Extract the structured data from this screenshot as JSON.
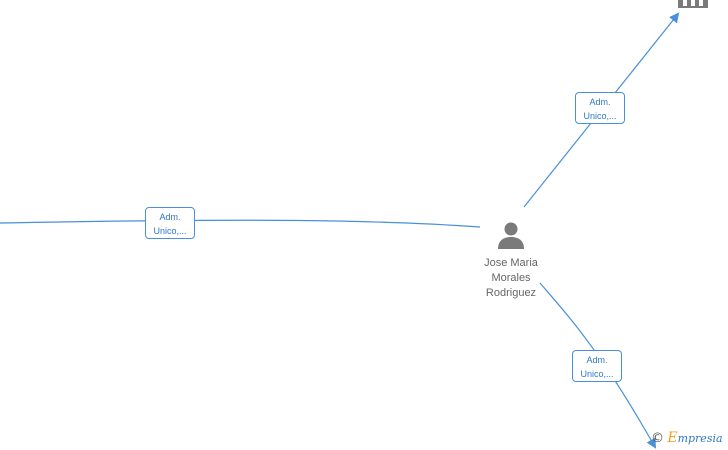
{
  "person": {
    "name_line1": "Jose Maria",
    "name_line2": "Morales",
    "name_line3": "Rodriguez",
    "icon": "person-icon"
  },
  "edges": [
    {
      "label_line1": "Adm.",
      "label_line2": "Unico,..."
    },
    {
      "label_line1": "Adm.",
      "label_line2": "Unico,..."
    },
    {
      "label_line1": "Adm.",
      "label_line2": "Unico,..."
    }
  ],
  "company_node": {
    "icon": "building-icon"
  },
  "watermark": {
    "copyright": "©",
    "brand_initial": "E",
    "brand_rest": "mpresia"
  },
  "colors": {
    "edge": "#4a8fd9",
    "label_text": "#2f77c9",
    "node_icon": "#7a7a7a",
    "brand_accent": "#f0a020"
  }
}
